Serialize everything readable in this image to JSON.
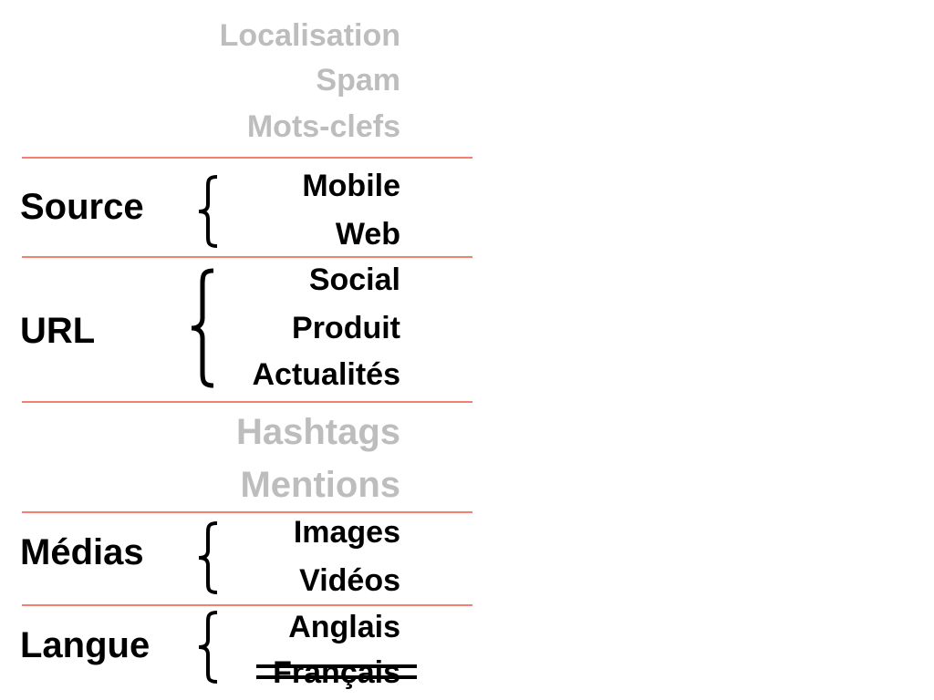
{
  "colors": {
    "rule": "#f08070",
    "muted": "#bdbdbd",
    "text": "#000000"
  },
  "top_items": [
    "Localisation",
    "Spam",
    "Mots-clefs"
  ],
  "source": {
    "label": "Source",
    "items": [
      "Mobile",
      "Web"
    ]
  },
  "url": {
    "label": "URL",
    "items": [
      "Social",
      "Produit",
      "Actualités"
    ]
  },
  "middle_items": [
    "Hashtags",
    "Mentions"
  ],
  "medias": {
    "label": "Médias",
    "items": [
      "Images",
      "Vidéos"
    ]
  },
  "langue": {
    "label": "Langue",
    "items": [
      "Anglais",
      "Français"
    ],
    "struck_item": "Français"
  }
}
